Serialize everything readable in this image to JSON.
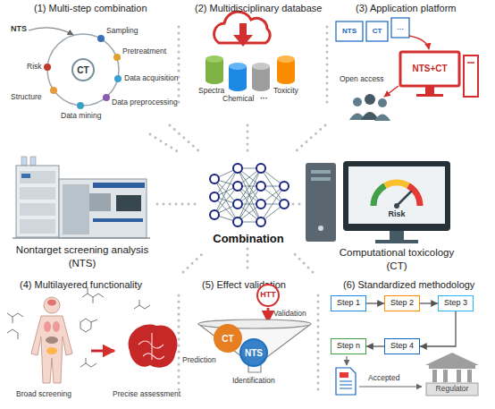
{
  "diagram": {
    "nodes": [
      {
        "text": [
          "CT"
        ]
      },
      {
        "text": [
          "HTT"
        ]
      },
      {
        "text": [
          "CT"
        ]
      },
      {
        "text": [
          "NTS"
        ]
      },
      {
        "text": [
          "Step 1"
        ]
      },
      {
        "text": [
          "Step 2"
        ]
      },
      {
        "text": [
          "Step 3"
        ]
      },
      {
        "text": [
          "Step n"
        ]
      },
      {
        "text": [
          "Step 4"
        ]
      }
    ],
    "edges": [
      {
        "from": 4,
        "to": 5,
        "arrow": "to"
      },
      {
        "from": 5,
        "to": 6,
        "arrow": "to"
      },
      {
        "from": 6,
        "to": 8,
        "arrow": "to"
      },
      {
        "from": 8,
        "to": 7,
        "arrow": "to"
      }
    ],
    "labels": [
      "(1) Multi-step combination",
      "NTS",
      "Sampling",
      "Pretreatment",
      "Data acquisition",
      "Data preprocessing",
      "Data mining",
      "Structure",
      "Risk",
      "(2) Multidisciplinary database",
      "Spectra",
      "Chemical",
      "Toxicity",
      "···",
      "(3) Application platform",
      "NTS",
      "CT",
      "…",
      "NTS+CT",
      "Open access",
      "Nontarget screening analysis",
      "(NTS)",
      "Combination",
      "Computational toxicology",
      "(CT)",
      "Risk",
      "(4) Multilayered functionality",
      "Broad screening",
      "Precise assessment",
      "(5) Effect validation",
      "Validation",
      "Prediction",
      "Identification",
      "(6) Standardized methodology",
      "Accepted",
      "Regulator"
    ]
  }
}
